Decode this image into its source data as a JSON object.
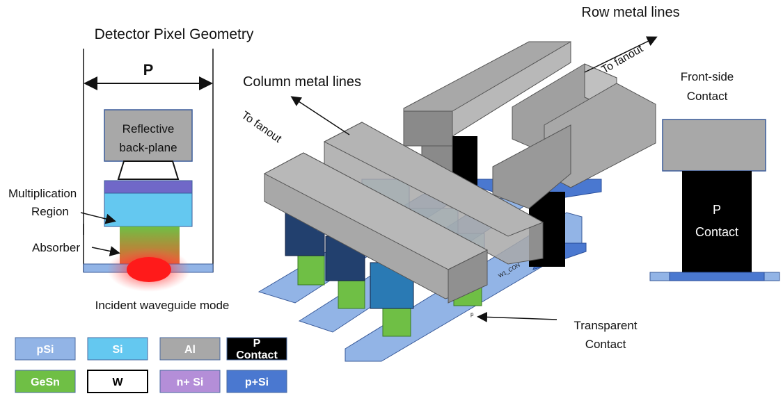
{
  "left_panel": {
    "title": "Detector Pixel Geometry",
    "pitch_label": "P",
    "backplane_line1": "Reflective",
    "backplane_line2": "back-plane",
    "multiplication_line1": "Multiplication",
    "multiplication_line2": "Region",
    "absorber_label": "Absorber",
    "incident_label": "Incident waveguide mode"
  },
  "main_view": {
    "row_metal_label": "Row metal lines",
    "column_metal_label": "Column metal lines",
    "to_fanout_left": "To fanout",
    "to_fanout_right": "To fanout",
    "transparent_line1": "Transparent",
    "transparent_line2": "Contact",
    "tiny_text_1": "W1_CON",
    "tiny_text_2": "p"
  },
  "right_panel": {
    "front_side_line1": "Front-side",
    "front_side_line2": "Contact",
    "p_contact_line1": "P",
    "p_contact_line2": "Contact"
  },
  "legend": {
    "items": [
      {
        "label": "pSi",
        "color": "#92b4e6",
        "text_color": "#ffffff"
      },
      {
        "label": "Si",
        "color": "#64c8f0",
        "text_color": "#ffffff"
      },
      {
        "label": "Al",
        "color": "#a8a8a8",
        "text_color": "#ffffff"
      },
      {
        "label": "P",
        "label2": "Contact",
        "color": "#000000",
        "text_color": "#ffffff"
      },
      {
        "label": "GeSn",
        "color": "#6fbf45",
        "text_color": "#ffffff"
      },
      {
        "label": "W",
        "color": "#ffffff",
        "text_color": "#000000"
      },
      {
        "label": "n+ Si",
        "color": "#b48ed8",
        "text_color": "#ffffff"
      },
      {
        "label": "p+Si",
        "color": "#4a78d0",
        "text_color": "#ffffff"
      }
    ]
  },
  "colors": {
    "pSi": "#92b4e6",
    "Si": "#64c8f0",
    "Al": "#a8a8a8",
    "P_contact": "#000000",
    "GeSn": "#6fbf45",
    "n_plus_Si": "#7068c8",
    "p_plus_Si": "#4a78d0",
    "mode_glow": "#ff2020"
  }
}
